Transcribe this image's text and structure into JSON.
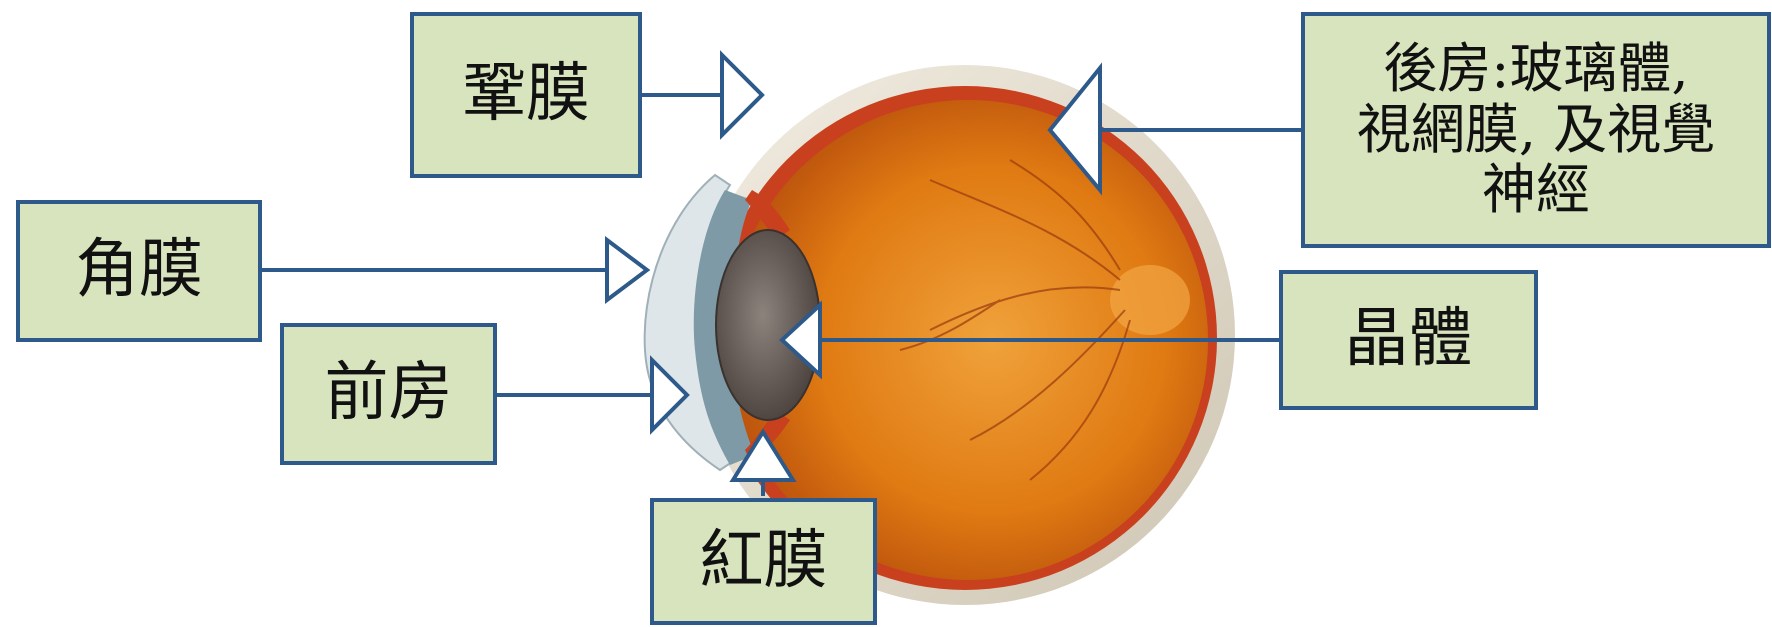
{
  "labels": {
    "sclera": "鞏膜",
    "cornea": "角膜",
    "anterior_chamber": "前房",
    "iris": "紅膜",
    "lens": "晶體",
    "posterior_chamber": "後房:玻璃體,\n視網膜, 及視覺\n神經"
  },
  "colors": {
    "label_fill": "#d7e4bd",
    "label_border": "#2d5a8a",
    "arrow": "#2d5a8a",
    "sclera": "#e6dfcf",
    "choroid": "#c9401f",
    "retina": "#e07a12",
    "iris": "#7d9aa6",
    "lens": "#6b615c"
  }
}
